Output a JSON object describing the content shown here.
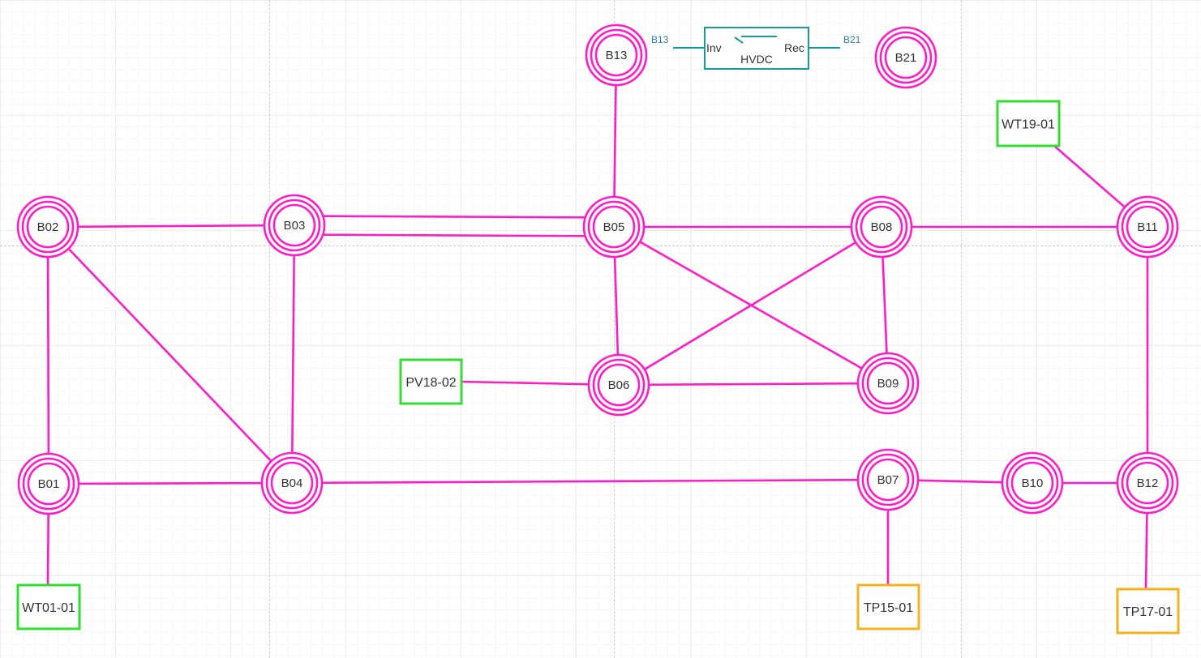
{
  "colors": {
    "bus": "#ff1cc7",
    "line": "#ff1cc7",
    "wind_gen": "#33dd33",
    "pv_gen": "#33dd33",
    "thermal_gen": "#f5b120",
    "hvdc": "#1a9a9a",
    "hvdc_port_label": "#2a7ab8"
  },
  "buses": [
    {
      "id": "b01",
      "label": "B01"
    },
    {
      "id": "b02",
      "label": "B02"
    },
    {
      "id": "b03",
      "label": "B03"
    },
    {
      "id": "b04",
      "label": "B04"
    },
    {
      "id": "b05",
      "label": "B05"
    },
    {
      "id": "b06",
      "label": "B06"
    },
    {
      "id": "b07",
      "label": "B07"
    },
    {
      "id": "b08",
      "label": "B08"
    },
    {
      "id": "b09",
      "label": "B09"
    },
    {
      "id": "b10",
      "label": "B10"
    },
    {
      "id": "b11",
      "label": "B11"
    },
    {
      "id": "b12",
      "label": "B12"
    },
    {
      "id": "b13",
      "label": "B13"
    },
    {
      "id": "b21",
      "label": "B21"
    }
  ],
  "generators": [
    {
      "id": "wt01",
      "label": "WT01-01",
      "kind": "wind"
    },
    {
      "id": "wt19",
      "label": "WT19-01",
      "kind": "wind"
    },
    {
      "id": "pv18",
      "label": "PV18-02",
      "kind": "pv"
    },
    {
      "id": "tp15",
      "label": "TP15-01",
      "kind": "thermal"
    },
    {
      "id": "tp17",
      "label": "TP17-01",
      "kind": "thermal"
    }
  ],
  "lines": [
    [
      "b02",
      "b03"
    ],
    [
      "b02",
      "b01"
    ],
    [
      "b02",
      "b04"
    ],
    [
      "b03",
      "b05"
    ],
    [
      "b03",
      "b05"
    ],
    [
      "b03",
      "b04"
    ],
    [
      "b01",
      "b04"
    ],
    [
      "b04",
      "b07"
    ],
    [
      "b05",
      "b08"
    ],
    [
      "b05",
      "b06"
    ],
    [
      "b05",
      "b09"
    ],
    [
      "b05",
      "b13"
    ],
    [
      "b06",
      "b08"
    ],
    [
      "b06",
      "b09"
    ],
    [
      "b08",
      "b09"
    ],
    [
      "b08",
      "b11"
    ],
    [
      "b11",
      "b12"
    ],
    [
      "b07",
      "b10"
    ],
    [
      "b10",
      "b12"
    ],
    [
      "pv18",
      "b06"
    ],
    [
      "wt19",
      "b11"
    ],
    [
      "wt01",
      "b01"
    ],
    [
      "tp15",
      "b07"
    ],
    [
      "tp17",
      "b12"
    ]
  ],
  "hvdc": {
    "label": "HVDC",
    "inverter_label": "Inv",
    "rectifier_label": "Rec",
    "from_port": "B13",
    "to_port": "B21"
  }
}
